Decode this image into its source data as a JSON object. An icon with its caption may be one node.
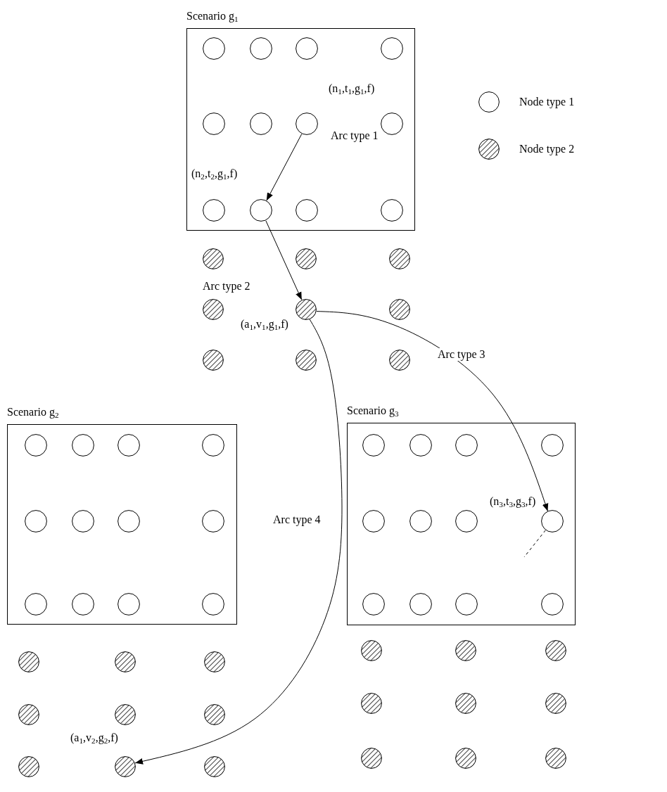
{
  "diagram": {
    "nodes": [
      {
        "text": [
          "Scenario g$_{1}$"
        ]
      },
      {
        "text": [],
        "shape": "circle",
        "in": 0
      },
      {
        "text": [],
        "shape": "circle",
        "in": 0
      },
      {
        "text": [],
        "shape": "circle",
        "in": 0
      },
      {
        "text": [],
        "shape": "circle",
        "in": 0
      },
      {
        "text": [],
        "shape": "circle",
        "in": 0
      },
      {
        "text": [],
        "shape": "circle",
        "in": 0
      },
      {
        "text": [],
        "shape": "circle",
        "in": 0,
        "beside": [
          "(n$_{1}$,t$_{1}$,g$_{1}$,f)"
        ]
      },
      {
        "text": [],
        "shape": "circle",
        "in": 0
      },
      {
        "text": [],
        "shape": "circle",
        "in": 0
      },
      {
        "text": [],
        "shape": "circle",
        "in": 0,
        "beside": [
          "(n$_{2}$,t$_{2}$,g$_{1}$,f)"
        ]
      },
      {
        "text": [],
        "shape": "circle",
        "in": 0
      },
      {
        "text": [],
        "shape": "circle",
        "in": 0
      },
      {
        "text": [],
        "shape": "hatched-circle"
      },
      {
        "text": [],
        "shape": "hatched-circle"
      },
      {
        "text": [],
        "shape": "hatched-circle"
      },
      {
        "text": [],
        "shape": "hatched-circle"
      },
      {
        "text": [],
        "shape": "hatched-circle",
        "beside": [
          "(a$_{1}$,v$_{1}$,g$_{1}$,f)"
        ]
      },
      {
        "text": [],
        "shape": "hatched-circle"
      },
      {
        "text": [],
        "shape": "hatched-circle"
      },
      {
        "text": [],
        "shape": "hatched-circle"
      },
      {
        "text": [],
        "shape": "hatched-circle"
      },
      {
        "text": [
          "Scenario g$_{2}$"
        ]
      },
      {
        "text": [],
        "shape": "circle",
        "in": 22
      },
      {
        "text": [],
        "shape": "circle",
        "in": 22
      },
      {
        "text": [],
        "shape": "circle",
        "in": 22
      },
      {
        "text": [],
        "shape": "circle",
        "in": 22
      },
      {
        "text": [],
        "shape": "circle",
        "in": 22
      },
      {
        "text": [],
        "shape": "circle",
        "in": 22
      },
      {
        "text": [],
        "shape": "circle",
        "in": 22
      },
      {
        "text": [],
        "shape": "circle",
        "in": 22
      },
      {
        "text": [],
        "shape": "circle",
        "in": 22
      },
      {
        "text": [],
        "shape": "circle",
        "in": 22
      },
      {
        "text": [],
        "shape": "circle",
        "in": 22
      },
      {
        "text": [],
        "shape": "circle",
        "in": 22
      },
      {
        "text": [],
        "shape": "hatched-circle"
      },
      {
        "text": [],
        "shape": "hatched-circle"
      },
      {
        "text": [],
        "shape": "hatched-circle"
      },
      {
        "text": [],
        "shape": "hatched-circle"
      },
      {
        "text": [],
        "shape": "hatched-circle"
      },
      {
        "text": [],
        "shape": "hatched-circle"
      },
      {
        "text": [],
        "shape": "hatched-circle"
      },
      {
        "text": [],
        "shape": "hatched-circle",
        "beside": [
          "(a$_{1}$,v$_{2}$,g$_{2}$,f)"
        ]
      },
      {
        "text": [],
        "shape": "hatched-circle"
      },
      {
        "text": [
          "Scenario g$_{3}$"
        ]
      },
      {
        "text": [],
        "shape": "circle",
        "in": 44
      },
      {
        "text": [],
        "shape": "circle",
        "in": 44
      },
      {
        "text": [],
        "shape": "circle",
        "in": 44
      },
      {
        "text": [],
        "shape": "circle",
        "in": 44
      },
      {
        "text": [],
        "shape": "circle",
        "in": 44
      },
      {
        "text": [],
        "shape": "circle",
        "in": 44
      },
      {
        "text": [],
        "shape": "circle",
        "in": 44
      },
      {
        "text": [],
        "shape": "circle",
        "in": 44,
        "beside": [
          "(n$_{3}$,t$_{3}$,g$_{3}$,f)"
        ]
      },
      {
        "text": [],
        "shape": "circle",
        "in": 44
      },
      {
        "text": [],
        "shape": "circle",
        "in": 44
      },
      {
        "text": [],
        "shape": "circle",
        "in": 44
      },
      {
        "text": [],
        "shape": "circle",
        "in": 44
      },
      {
        "text": [],
        "shape": "hatched-circle"
      },
      {
        "text": [],
        "shape": "hatched-circle"
      },
      {
        "text": [],
        "shape": "hatched-circle"
      },
      {
        "text": [],
        "shape": "hatched-circle"
      },
      {
        "text": [],
        "shape": "hatched-circle"
      },
      {
        "text": [],
        "shape": "hatched-circle"
      },
      {
        "text": [],
        "shape": "hatched-circle"
      },
      {
        "text": [],
        "shape": "hatched-circle"
      },
      {
        "text": [],
        "shape": "hatched-circle"
      }
    ],
    "edges": [
      {
        "from": 7,
        "to": 10,
        "arrow": "to",
        "label": "Arc type 1"
      },
      {
        "from": 10,
        "to": 17,
        "arrow": "to",
        "label": "Arc type 2"
      },
      {
        "from": 17,
        "to": 52,
        "arrow": "to",
        "label": "Arc type 3"
      },
      {
        "from": 17,
        "to": 42,
        "arrow": "to",
        "label": "Arc type 4"
      },
      {
        "from": 52,
        "to": null,
        "arrow": "none",
        "style": "dashed"
      }
    ],
    "legend": [
      {
        "text": "Node type 1"
      },
      {
        "text": "Node type 2"
      }
    ]
  }
}
